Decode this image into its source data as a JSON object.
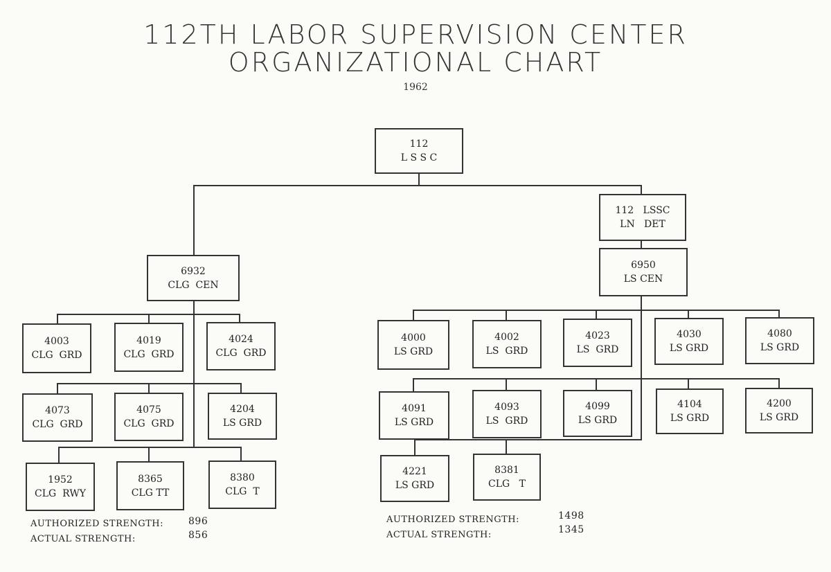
{
  "title": {
    "line1": "112TH LABOR SUPERVISION CENTER",
    "line2": "ORGANIZATIONAL CHART",
    "year": "1962"
  },
  "units": {
    "root": {
      "l1": "112",
      "l2": "L S S C"
    },
    "ln_det": {
      "l1": "112   LSSC",
      "l2": "LN   DET"
    },
    "c6932": {
      "l1": "6932",
      "l2": "CLG  CEN"
    },
    "c6950": {
      "l1": "6950",
      "l2": "LS CEN"
    },
    "u4003": {
      "l1": "4003",
      "l2": "CLG  GRD"
    },
    "u4019": {
      "l1": "4019",
      "l2": "CLG  GRD"
    },
    "u4024": {
      "l1": "4024",
      "l2": "CLG  GRD"
    },
    "u4073": {
      "l1": "4073",
      "l2": "CLG  GRD"
    },
    "u4075": {
      "l1": "4075",
      "l2": "CLG  GRD"
    },
    "u4204": {
      "l1": "4204",
      "l2": "LS GRD"
    },
    "u1952": {
      "l1": "1952",
      "l2": "CLG  RWY"
    },
    "u8365": {
      "l1": "8365",
      "l2": "CLG TT"
    },
    "u8380": {
      "l1": "8380",
      "l2": "CLG  T"
    },
    "u4000": {
      "l1": "4000",
      "l2": "LS GRD"
    },
    "u4002": {
      "l1": "4002",
      "l2": "LS  GRD"
    },
    "u4023": {
      "l1": "4023",
      "l2": "LS  GRD"
    },
    "u4030": {
      "l1": "4030",
      "l2": "LS GRD"
    },
    "u4080": {
      "l1": "4080",
      "l2": "LS GRD"
    },
    "u4091": {
      "l1": "4091",
      "l2": "LS GRD"
    },
    "u4093": {
      "l1": "4093",
      "l2": "LS  GRD"
    },
    "u4099": {
      "l1": "4099",
      "l2": "LS GRD"
    },
    "u4104": {
      "l1": "4104",
      "l2": "LS GRD"
    },
    "u4200": {
      "l1": "4200",
      "l2": "LS GRD"
    },
    "u4221": {
      "l1": "4221",
      "l2": "LS GRD"
    },
    "u8381": {
      "l1": "8381",
      "l2": "CLG   T"
    }
  },
  "strength": {
    "left": {
      "authorized_label": "AUTHORIZED STRENGTH:",
      "authorized_value": "896",
      "actual_label": "ACTUAL STRENGTH:",
      "actual_value": "856"
    },
    "right": {
      "authorized_label": "AUTHORIZED STRENGTH:",
      "authorized_value": "1498",
      "actual_label": "ACTUAL STRENGTH:",
      "actual_value": "1345"
    }
  }
}
